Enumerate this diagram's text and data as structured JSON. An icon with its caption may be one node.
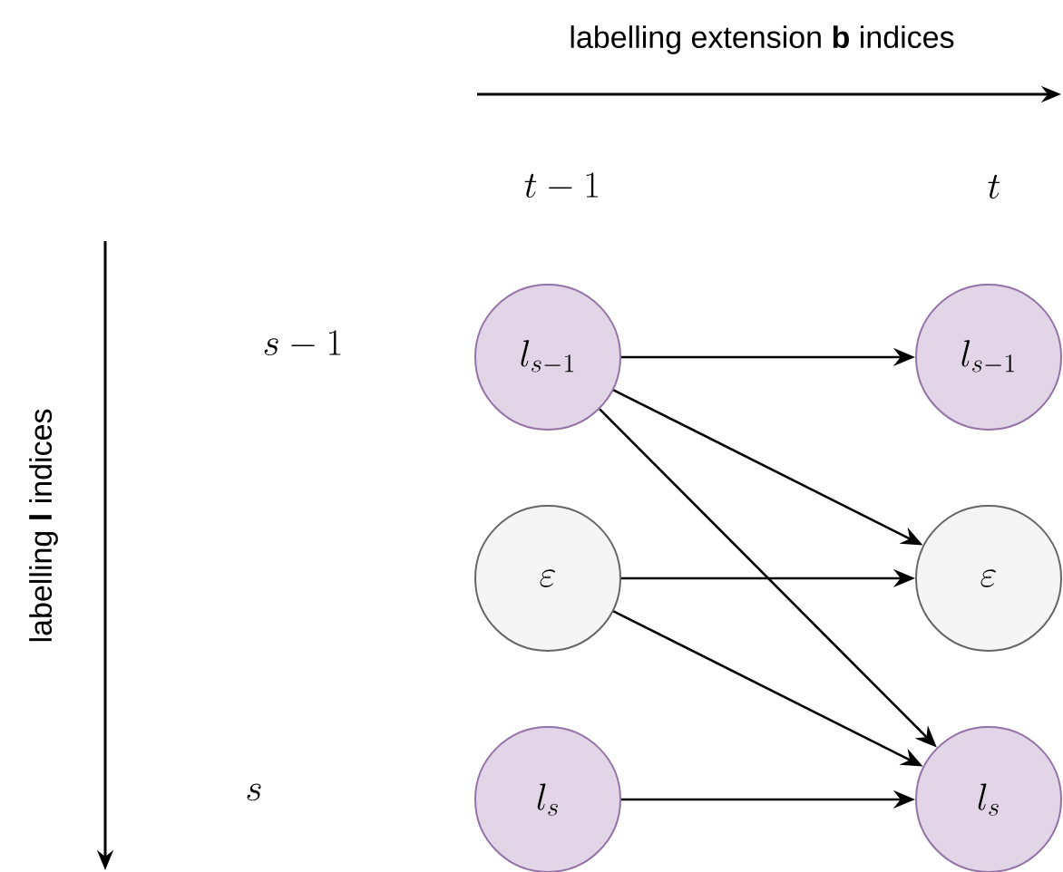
{
  "diagram": {
    "nodes": [
      {
        "text": [
          "l_{s-1}"
        ]
      },
      {
        "text": [
          "l_{s-1}"
        ]
      },
      {
        "text": [
          "\\varepsilon"
        ]
      },
      {
        "text": [
          "\\varepsilon"
        ]
      },
      {
        "text": [
          "l_s"
        ]
      },
      {
        "text": [
          "l_s"
        ]
      }
    ],
    "edges": [
      {
        "from": 0,
        "to": 1,
        "arrow": "to"
      },
      {
        "from": 0,
        "to": 3,
        "arrow": "to"
      },
      {
        "from": 0,
        "to": 5,
        "arrow": "to"
      },
      {
        "from": 2,
        "to": 3,
        "arrow": "to"
      },
      {
        "from": 2,
        "to": 5,
        "arrow": "to"
      },
      {
        "from": 4,
        "to": 5,
        "arrow": "to"
      }
    ],
    "labels": [
      "labelling extension **b** indices",
      "t-1",
      "t",
      "s-1",
      "s",
      "labelling **l** indices"
    ]
  }
}
